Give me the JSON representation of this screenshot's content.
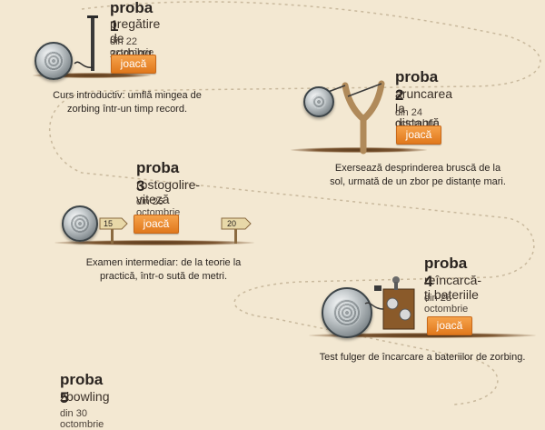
{
  "stages": [
    {
      "title": "proba 1",
      "subtitle": "pregătire de zorbing",
      "date": "din 22 octombrie",
      "button": "joacă",
      "description_lines": [
        "Curs introductiv: umflă mingea de",
        "zorbing într-un timp record."
      ]
    },
    {
      "title": "proba 2",
      "subtitle": "aruncarea la distanță",
      "date": "din 24 octombrie",
      "button": "joacă",
      "description_lines": [
        "Exersează desprinderea bruscă de la",
        "sol, urmată de un zbor pe distanțe mari."
      ]
    },
    {
      "title": "proba 3",
      "subtitle": "rostogolire-viteză",
      "date": "din 26 octombrie",
      "button": "joacă",
      "signs": [
        "15",
        "20"
      ],
      "description_lines": [
        "Examen intermediar: de la teorie la",
        "practică, într-o sută de metri."
      ]
    },
    {
      "title": "proba 4",
      "subtitle": "reîncarcă-ți bateriile",
      "date": "din 28 octombrie",
      "button": "joacă",
      "description_lines": [
        "Test fulger de încarcare a bateriilor de zorbing."
      ]
    },
    {
      "title": "proba 5",
      "subtitle": "zbowling",
      "date": "din 30 octombrie"
    }
  ],
  "colors": {
    "background": "#f3e8d2",
    "button": "#e88a2c",
    "path": "#c9b99d"
  }
}
